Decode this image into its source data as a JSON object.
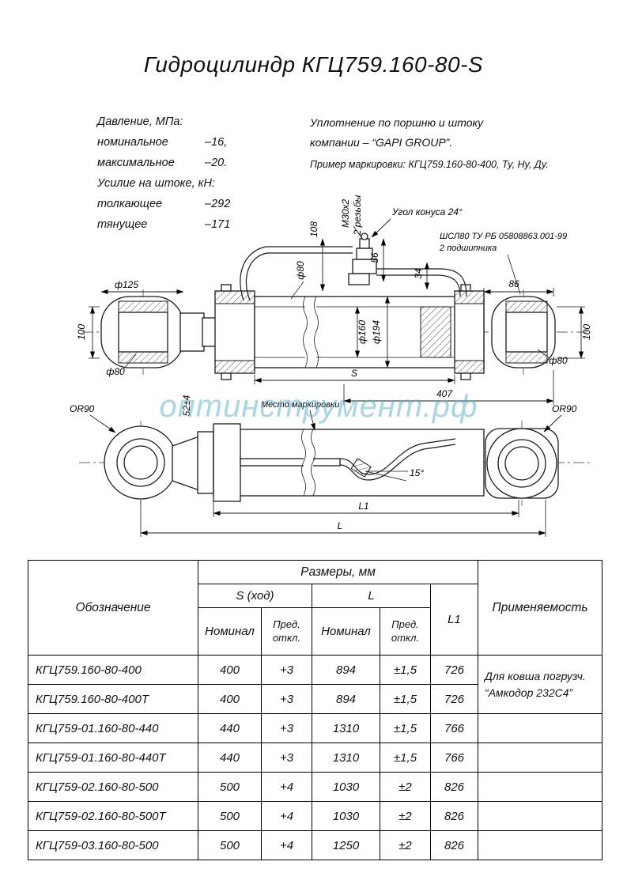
{
  "page": {
    "title": "Гидроцилиндр КГЦ759.160-80-S",
    "watermark": "оптинструмент.рф"
  },
  "specs": {
    "pressure_header": "Давление, МПа:",
    "rows": [
      {
        "label": "номинальное",
        "value": "–16,"
      },
      {
        "label": "максимальное",
        "value": "–20."
      }
    ],
    "force_header": "Усилие на штоке, кН:",
    "force_rows": [
      {
        "label": "толкающее",
        "value": "–292"
      },
      {
        "label": "тянущее",
        "value": "–171"
      }
    ]
  },
  "notes": {
    "line1": "Уплотнение по поршню и штоку",
    "line2": "компании – “GAPI GROUP”.",
    "line3": "Пример маркировки: КГЦ759.160-80-400, Ту, Ну, Ду."
  },
  "drawing": {
    "labels": {
      "m30x2": "М30х2",
      "threads": "2 резьбы",
      "cone_angle": "Угол конуса 24°",
      "dim_108": "108",
      "dim_56": "56",
      "dim_34": "34",
      "bearing_line1": "ШСЛ80 ТУ РБ 05808863.001-99",
      "bearing_line2": "2 подшипника",
      "d80_rod": "ф80",
      "d125": "ф125",
      "dim_86": "86",
      "dim_100_left": "100",
      "dim_100_right": "100",
      "d80_left": "ф80",
      "d80_right": "ф80",
      "d160": "ф160",
      "d194": "ф194",
      "dim_S": "S",
      "dim_407": "407",
      "dim_52": "52±4",
      "marking_place": "Место маркировки",
      "or90_left": "OR90",
      "or90_right": "OR90",
      "angle_15": "15°",
      "dim_L1": "L1",
      "dim_L": "L"
    }
  },
  "table": {
    "header": {
      "designation": "Обозначение",
      "sizes": "Размеры, мм",
      "s_group": "S (ход)",
      "l_group": "L",
      "s_nominal": "Номинал",
      "s_deviation": "Пред. откл.",
      "l_nominal": "Номинал",
      "l_deviation": "Пред. откл.",
      "l1": "L1",
      "application": "Применяемость"
    },
    "application_note": {
      "line1": "Для ковша погрузч.",
      "line2": "“Амкодор 232С4”"
    },
    "rows": [
      {
        "name": "КГЦ759.160-80-400",
        "s": "400",
        "s_dev": "+3",
        "l": "894",
        "l_dev": "±1,5",
        "l1": "726"
      },
      {
        "name": "КГЦ759.160-80-400Т",
        "s": "400",
        "s_dev": "+3",
        "l": "894",
        "l_dev": "±1,5",
        "l1": "726"
      },
      {
        "name": "КГЦ759-01.160-80-440",
        "s": "440",
        "s_dev": "+3",
        "l": "1310",
        "l_dev": "±1,5",
        "l1": "766"
      },
      {
        "name": "КГЦ759-01.160-80-440Т",
        "s": "440",
        "s_dev": "+3",
        "l": "1310",
        "l_dev": "±1,5",
        "l1": "766"
      },
      {
        "name": "КГЦ759-02.160-80-500",
        "s": "500",
        "s_dev": "+4",
        "l": "1030",
        "l_dev": "±2",
        "l1": "826"
      },
      {
        "name": "КГЦ759-02.160-80-500Т",
        "s": "500",
        "s_dev": "+4",
        "l": "1030",
        "l_dev": "±2",
        "l1": "826"
      },
      {
        "name": "КГЦ759-03.160-80-500",
        "s": "500",
        "s_dev": "+4",
        "l": "1250",
        "l_dev": "±2",
        "l1": "826"
      }
    ]
  }
}
